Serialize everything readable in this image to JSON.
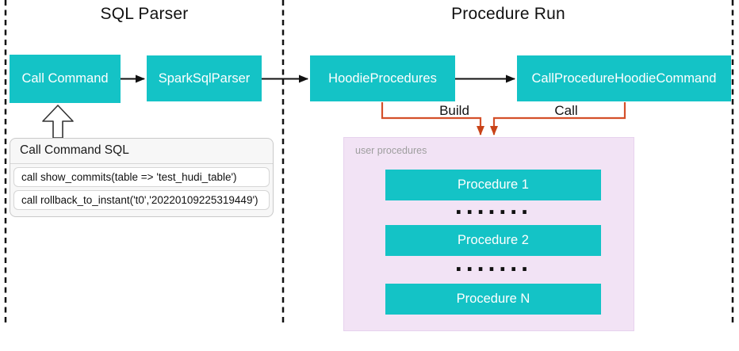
{
  "sections": {
    "sql_parser": {
      "title": "SQL Parser"
    },
    "procedure_run": {
      "title": "Procedure Run"
    }
  },
  "nodes": {
    "call_command": "Call Command",
    "spark_sql_parser": "SparkSqlParser",
    "hoodie_procedures": "HoodieProcedures",
    "call_procedure_hoodie_command": "CallProcedureHoodieCommand"
  },
  "edges": {
    "build_label": "Build",
    "call_label": "Call"
  },
  "sql_card": {
    "title": "Call Command SQL",
    "queries": [
      "call show_commits(table => 'test_hudi_table')",
      "call rollback_to_instant('t0','20220109225319449')"
    ]
  },
  "user_procedures": {
    "label": "user procedures",
    "items": [
      "Procedure 1",
      "Procedure 2",
      "Procedure N"
    ],
    "ellipsis": "......."
  },
  "colors": {
    "node_teal": "#14c3c6",
    "connector_orange": "#d4502a",
    "arrowhead_red": "#c84318",
    "panel_lavender": "#f2e3f5",
    "dash_black": "#111111"
  }
}
